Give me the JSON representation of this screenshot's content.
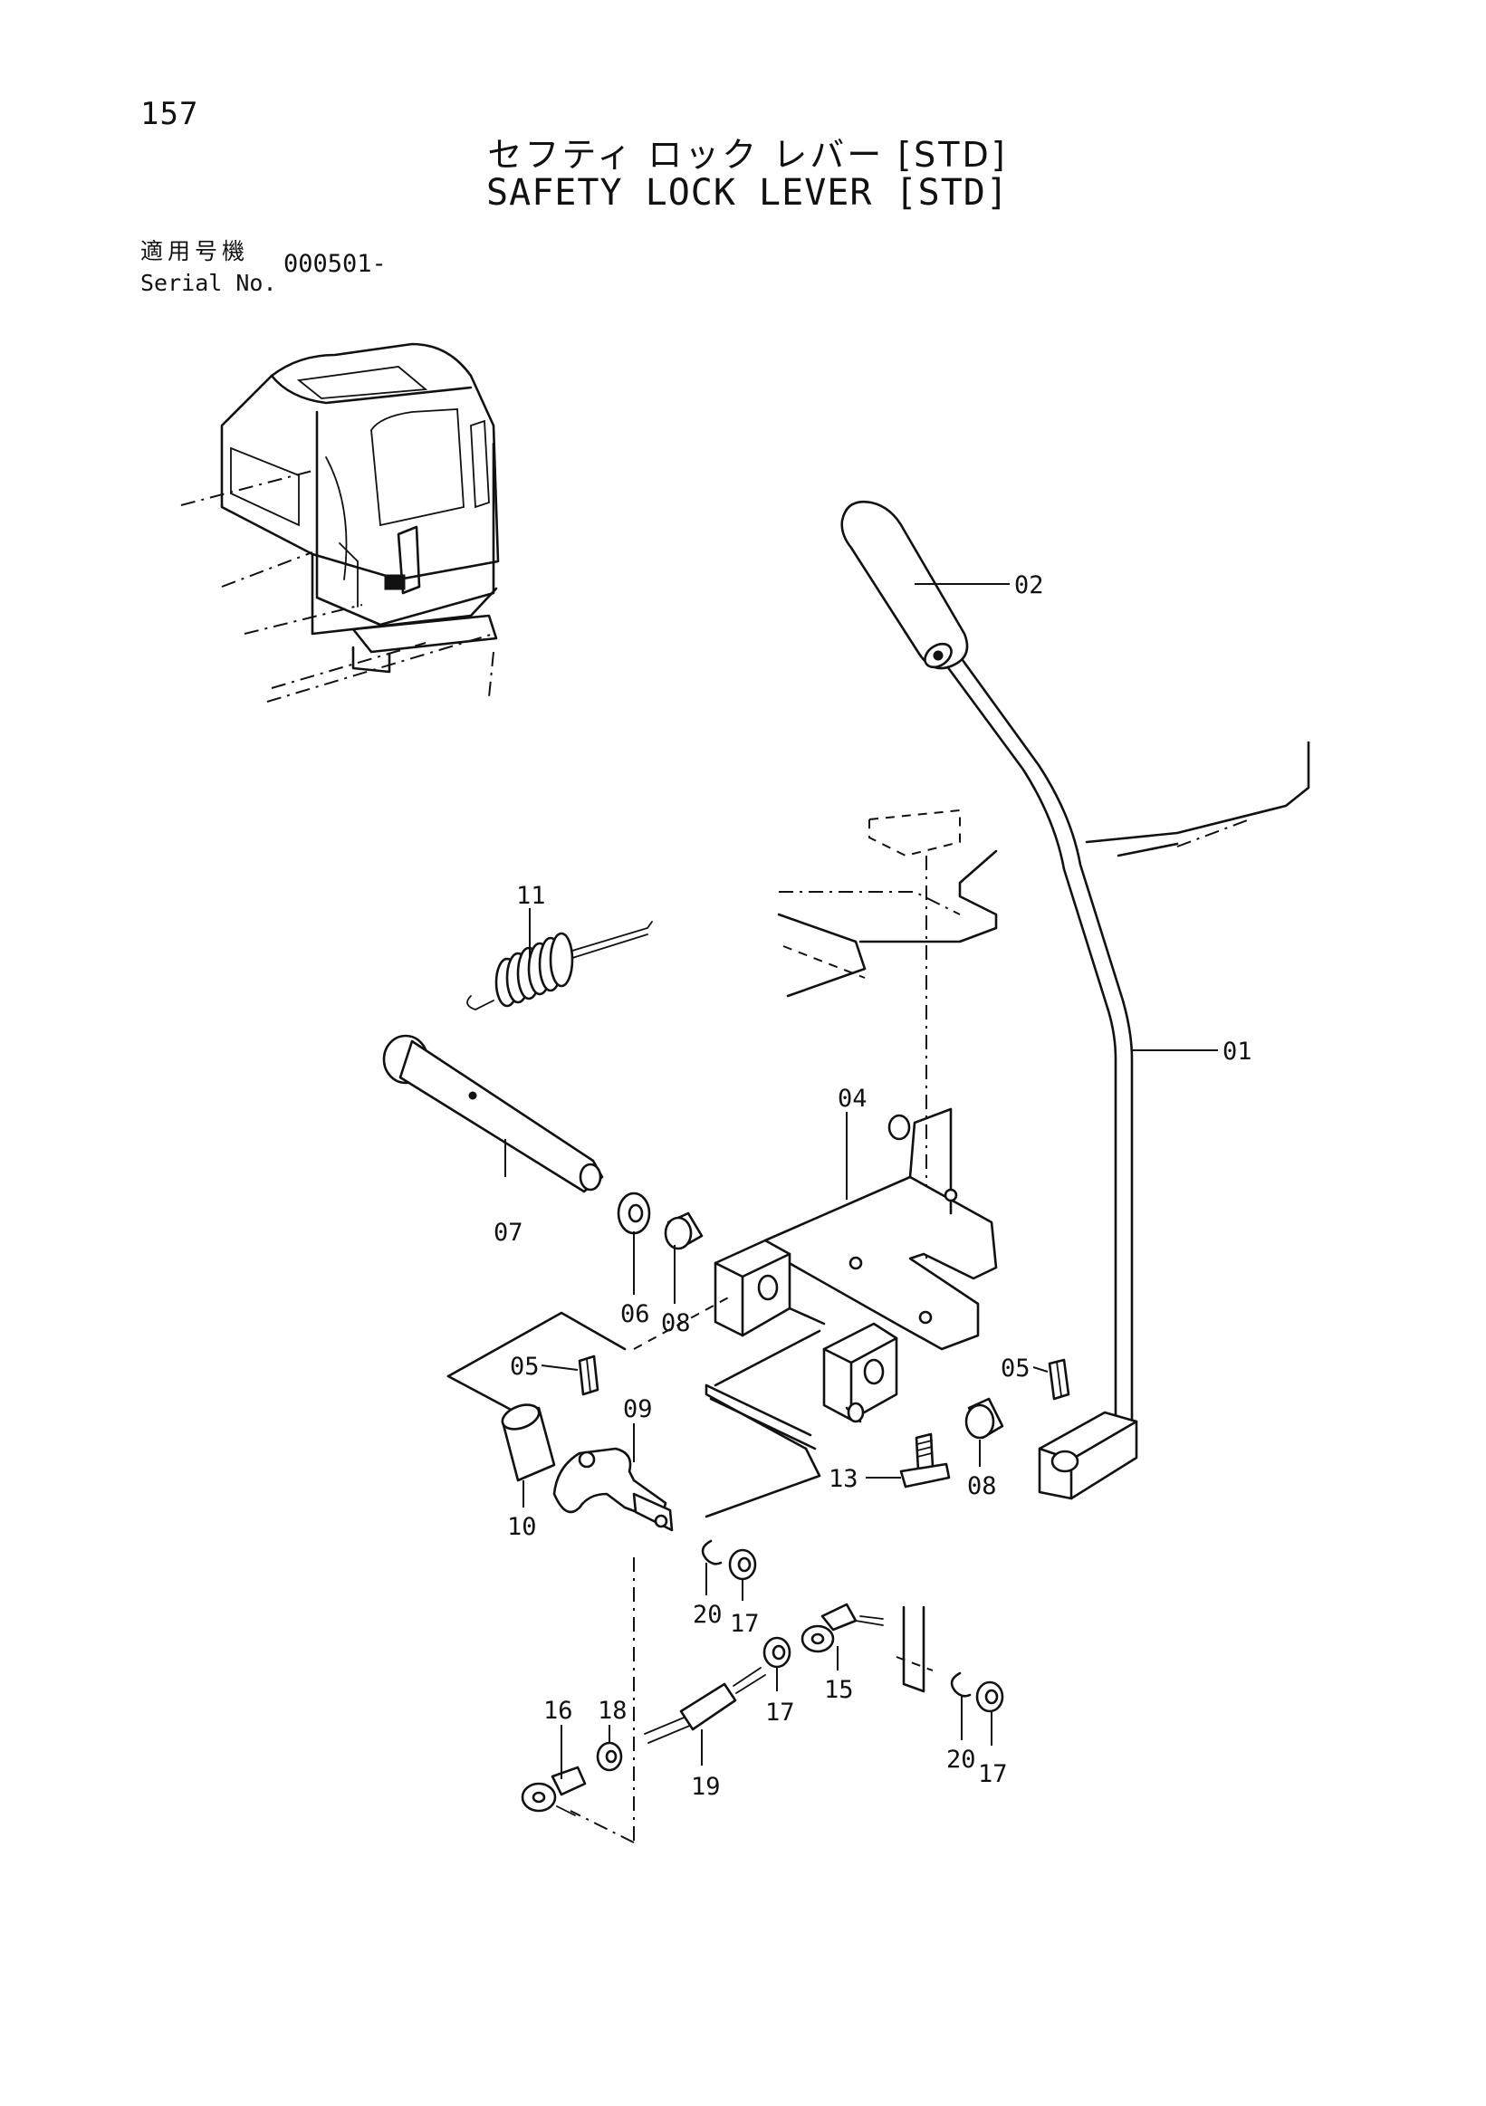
{
  "page": {
    "number": "157",
    "title_jp": "セフティ ロック レバー [STD]",
    "title_en": "SAFETY LOCK LEVER [STD]"
  },
  "serial": {
    "label_jp": "適用号機",
    "label_en": "Serial No.",
    "value": "000501-"
  },
  "callouts": {
    "c01": "01",
    "c02": "02",
    "c04": "04",
    "c05a": "05",
    "c05b": "05",
    "c06": "06",
    "c07": "07",
    "c08a": "08",
    "c08b": "08",
    "c09": "09",
    "c10": "10",
    "c11": "11",
    "c13": "13",
    "c15": "15",
    "c16": "16",
    "c17a": "17",
    "c17b": "17",
    "c17c": "17",
    "c18": "18",
    "c19": "19",
    "c20a": "20",
    "c20b": "20"
  }
}
